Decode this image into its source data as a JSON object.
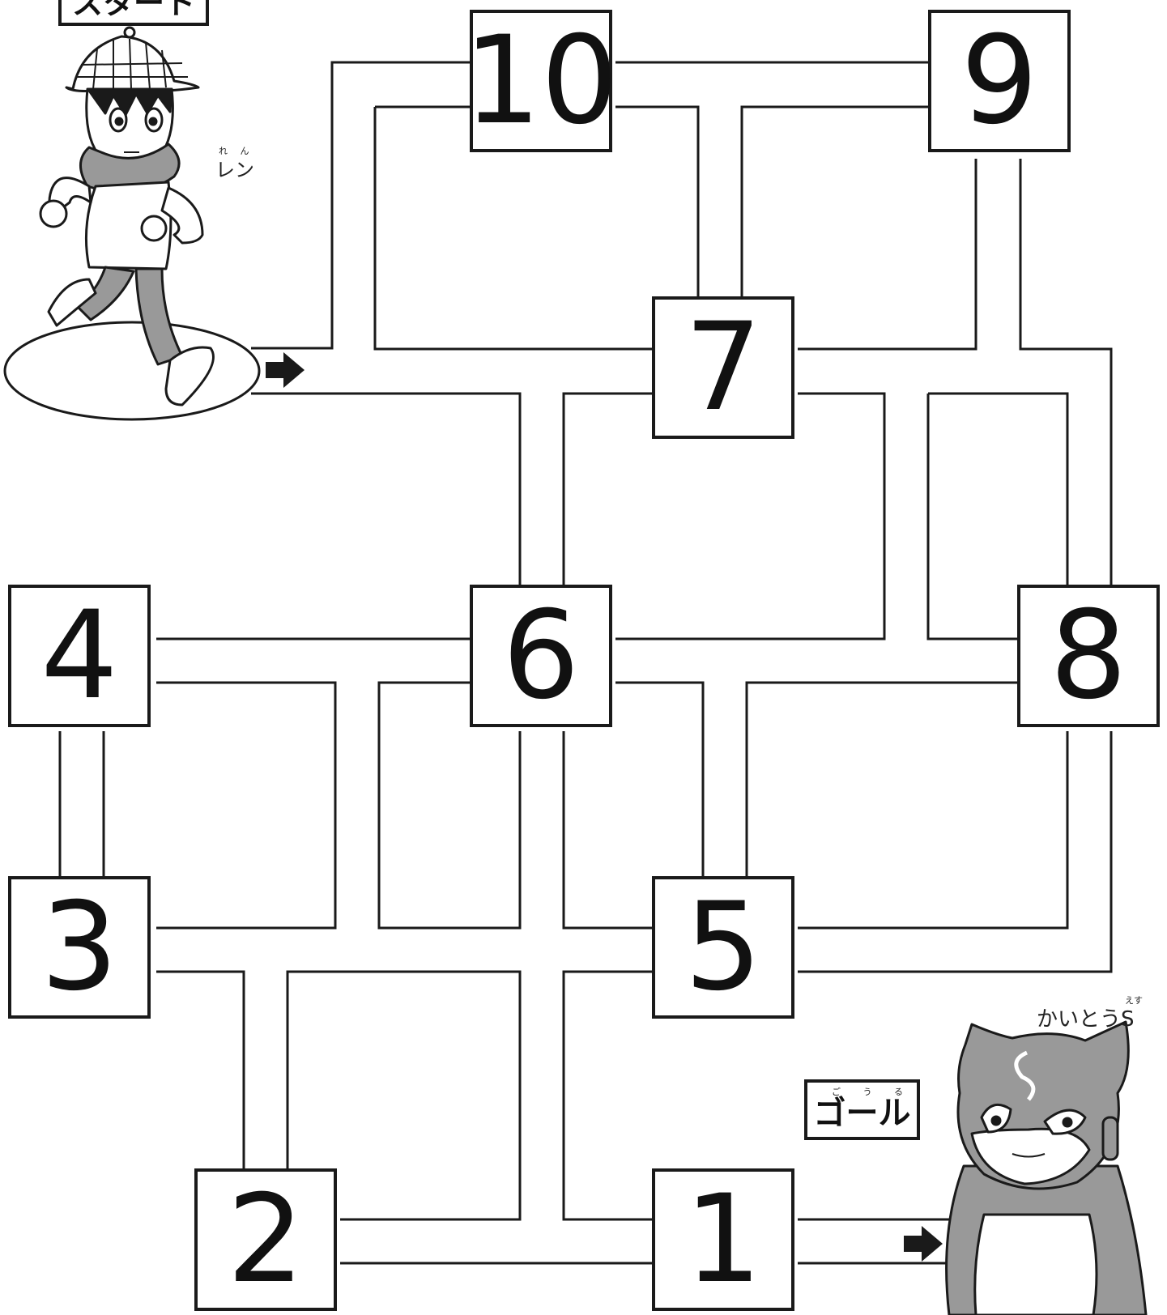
{
  "start_label": "スタート",
  "goal_label": "ゴール",
  "goal_ruby": "ご う る",
  "hero_name": "レン",
  "hero_ruby": "れ ん",
  "villain_name": "かいとうS",
  "villain_ruby": "えす",
  "numbers": [
    "10",
    "9",
    "7",
    "4",
    "6",
    "8",
    "3",
    "5",
    "2",
    "1"
  ],
  "colors": {
    "line": "#1a1a1a",
    "fill": "#999999",
    "paper": "#ffffff"
  }
}
